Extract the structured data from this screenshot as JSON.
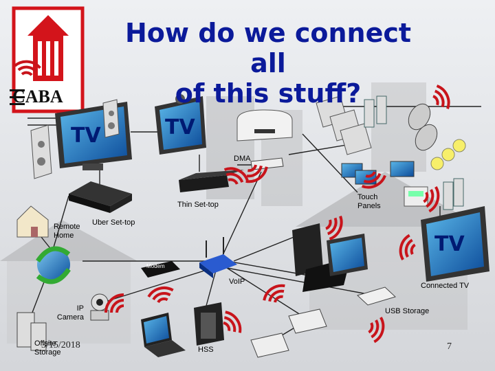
{
  "slide": {
    "title_line1": "How do we connect all",
    "title_line2": "of this stuff?",
    "logo_text": "CABA",
    "date": "3/15/2018",
    "page_number": "7"
  },
  "labels": {
    "tv_left": "TV",
    "tv_top": "TV",
    "tv_right": "TV",
    "dma": "DMA",
    "thin_settop": "Thin Set-top",
    "touch_panels_1": "Touch",
    "touch_panels_2": "Panels",
    "uber_settop": "Uber Set-top",
    "remote_home_1": "Remote",
    "remote_home_2": "Home",
    "modem": "Modem",
    "voip": "VoIP",
    "connected_tv": "Connected TV",
    "usb_storage": "USB Storage",
    "ip_camera_1": "IP",
    "ip_camera_2": "Camera",
    "offsite_storage_1": "Offsite",
    "offsite_storage_2": "Storage",
    "hss": "HSS"
  },
  "colors": {
    "title": "#0b1a9a",
    "logo_red": "#d3141b",
    "wireless_red": "#c8141b",
    "tv_text": "#001a73"
  }
}
